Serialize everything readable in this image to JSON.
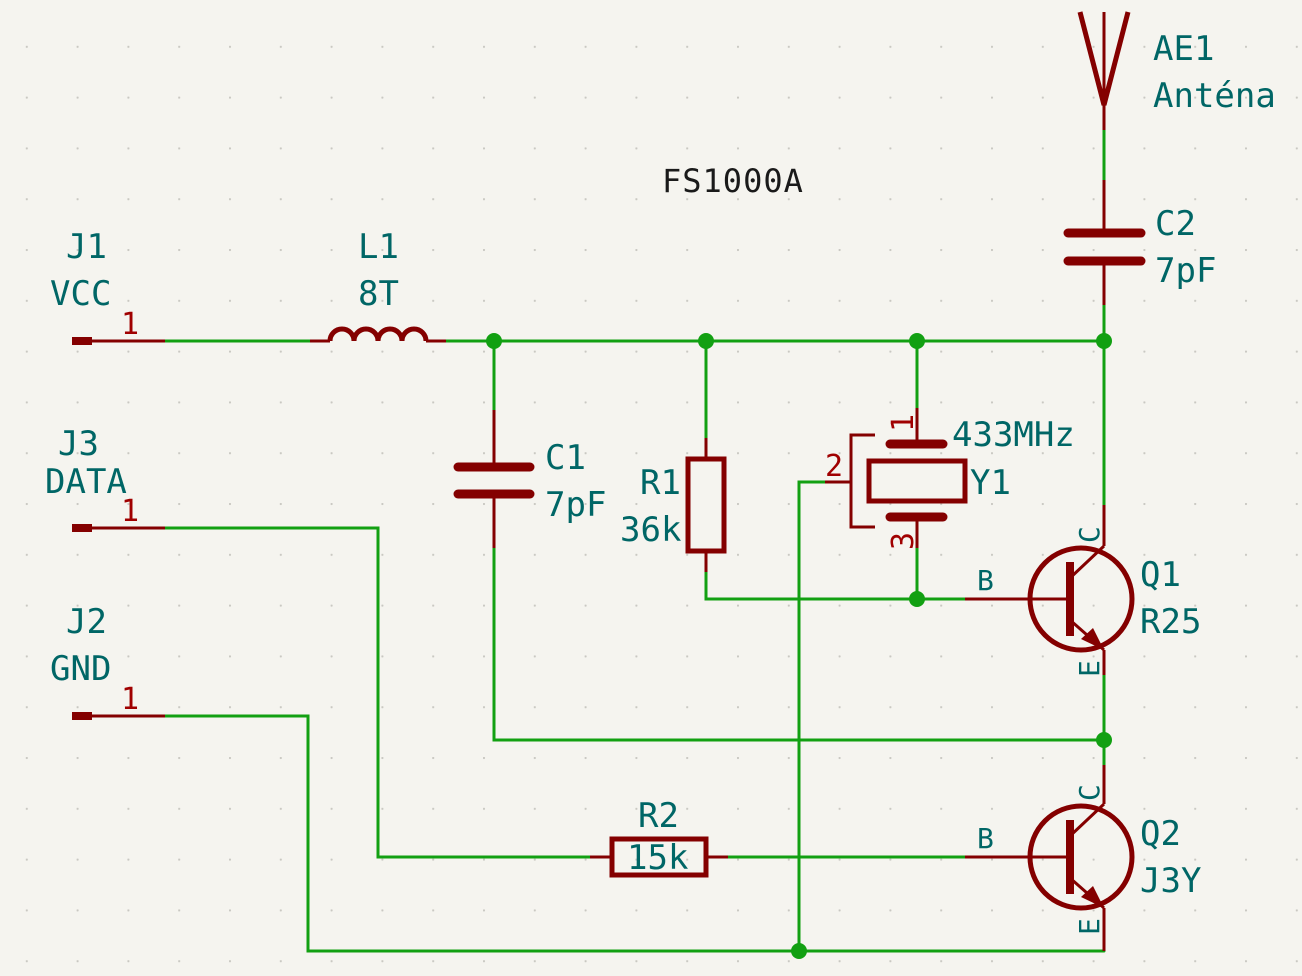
{
  "title": "FS1000A",
  "connectors": {
    "j1": {
      "ref": "J1",
      "value": "VCC",
      "pin": "1"
    },
    "j3": {
      "ref": "J3",
      "value": "DATA",
      "pin": "1"
    },
    "j2": {
      "ref": "J2",
      "value": "GND",
      "pin": "1"
    }
  },
  "components": {
    "l1": {
      "ref": "L1",
      "value": "8T"
    },
    "c1": {
      "ref": "C1",
      "value": "7pF"
    },
    "c2": {
      "ref": "C2",
      "value": "7pF"
    },
    "r1": {
      "ref": "R1",
      "value": "36k"
    },
    "r2": {
      "ref": "R2",
      "value": "15k"
    },
    "y1": {
      "ref": "Y1",
      "value": "433MHz",
      "pin1": "1",
      "pin2": "2",
      "pin3": "3"
    },
    "q1": {
      "ref": "Q1",
      "value": "R25",
      "pin_b": "B",
      "pin_c": "C",
      "pin_e": "E"
    },
    "q2": {
      "ref": "Q2",
      "value": "J3Y",
      "pin_b": "B",
      "pin_c": "C",
      "pin_e": "E"
    },
    "ae1": {
      "ref": "AE1",
      "value": "Anténa"
    }
  },
  "colors": {
    "wire": "#12a012",
    "symbol": "#840000",
    "reference_text": "#006666",
    "background": "#f5f4ef"
  }
}
